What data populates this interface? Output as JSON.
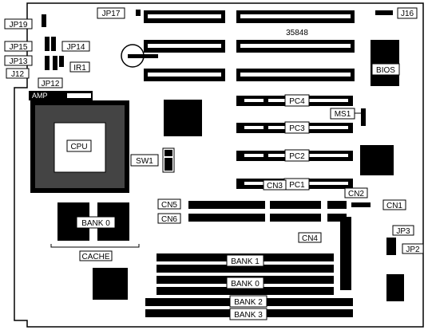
{
  "labels": {
    "jp17": "JP17",
    "jp16": "J16",
    "jp19": "JP19",
    "jp15": "JP15",
    "jp14": "JP14",
    "jp13": "JP13",
    "ir1": "IR1",
    "j12": "J12",
    "jp12": "JP12",
    "amp": "AMP",
    "board_no": "35848",
    "bios": "BIOS",
    "pc4": "PC4",
    "ms1": "MS1",
    "pc3": "PC3",
    "pc2": "PC2",
    "pc1": "PC1",
    "cpu": "CPU",
    "sw1": "SW1",
    "cn3": "CN3",
    "cn2": "CN2",
    "cn1": "CN1",
    "cn5": "CN5",
    "cn6": "CN6",
    "cn4": "CN4",
    "bank0_cache": "BANK 0",
    "cache": "CACHE",
    "jp3": "JP3",
    "jp2": "JP2",
    "bank1": "BANK 1",
    "bank0": "BANK 0",
    "bank2": "BANK 2",
    "bank3": "BANK 3"
  }
}
